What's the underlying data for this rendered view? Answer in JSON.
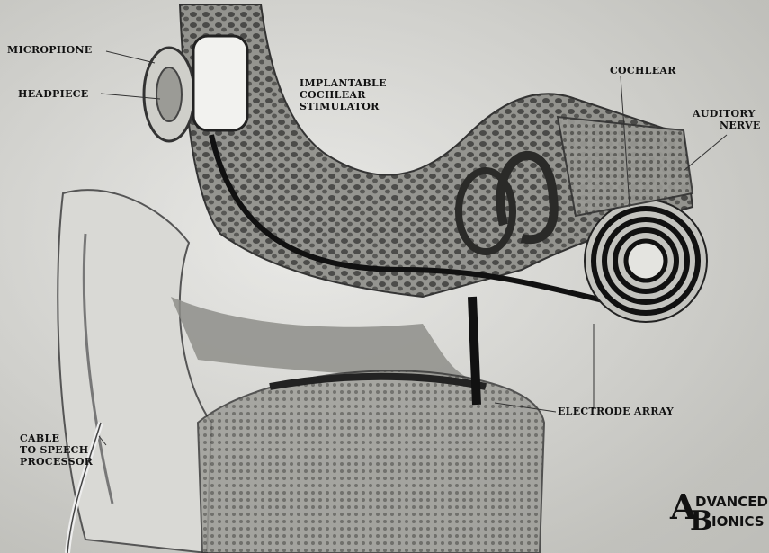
{
  "labels": {
    "microphone": "MICROPHONE",
    "headpiece": "HEADPIECE",
    "stimulator_1": "IMPLANTABLE",
    "stimulator_2": "COCHLEAR",
    "stimulator_3": "STIMULATOR",
    "cochlear": "COCHLEAR",
    "auditory_1": "AUDITORY",
    "auditory_2": "NERVE",
    "electrode": "ELECTRODE ARRAY",
    "cable_1": "CABLE",
    "cable_2": "TO SPEECH",
    "cable_3": "PROCESSOR"
  },
  "logo": {
    "letter_a": "A",
    "word_1": "DVANCED",
    "letter_b": "B",
    "word_2": "IONICS"
  },
  "colors": {
    "ink": "#111111",
    "bone": "#6e6e6a",
    "tissue": "#b9b9b4"
  }
}
